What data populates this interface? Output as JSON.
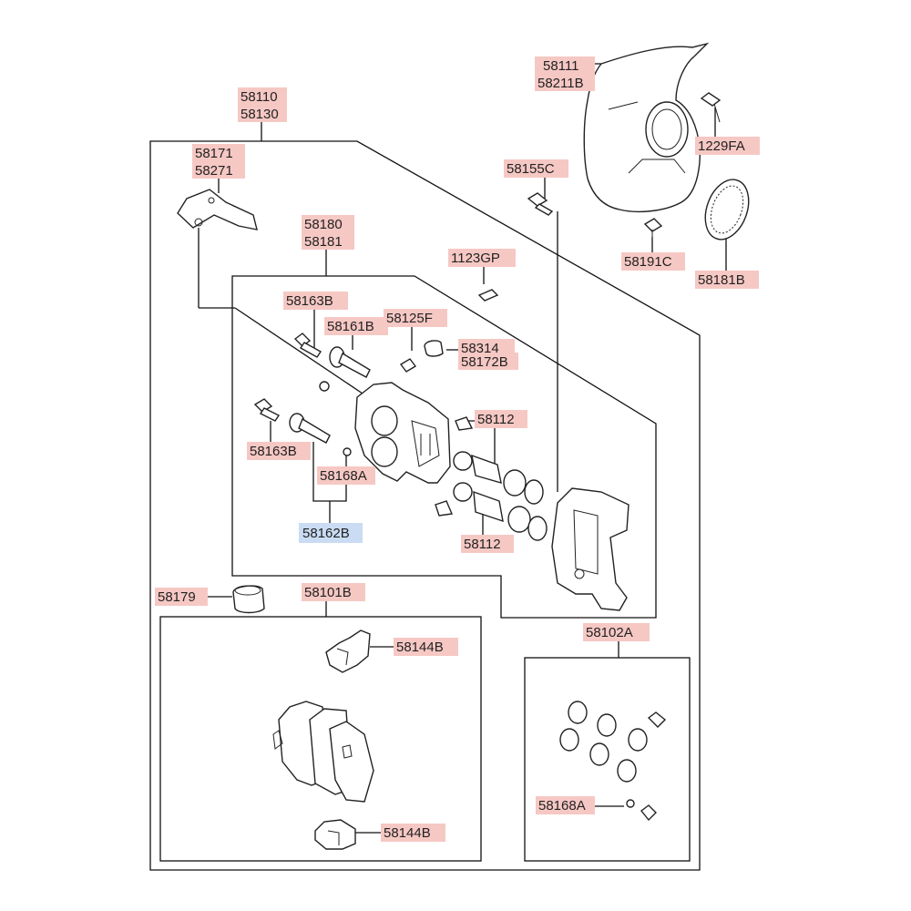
{
  "colors": {
    "label_bg": "#f6c8c4",
    "label_highlight_bg": "#c9dcf3",
    "line": "#111111",
    "text": "#222222"
  },
  "labels": {
    "l58110": "58110",
    "l58130": "58130",
    "l58171": "58171",
    "l58271": "58271",
    "l58180": "58180",
    "l58181": "58181",
    "l58111": "58111",
    "l58211B": "58211B",
    "l1229FA": "1229FA",
    "l58155C": "58155C",
    "l58191C": "58191C",
    "l58181B": "58181B",
    "l1123GP": "1123GP",
    "l58163B_top": "58163B",
    "l58161B": "58161B",
    "l58125F": "58125F",
    "l58314": "58314",
    "l58172B": "58172B",
    "l58112_top": "58112",
    "l58163B_bot": "58163B",
    "l58168A_mid": "58168A",
    "l58162B": "58162B",
    "l58112_bot": "58112",
    "l58179": "58179",
    "l58101B": "58101B",
    "l58144B_top": "58144B",
    "l58144B_bot": "58144B",
    "l58102A": "58102A",
    "l58168A_kit": "58168A"
  },
  "parts": {
    "dust_shield": "dust-shield",
    "tone_wheel": "tone-wheel-ring",
    "caliper_housing": "caliper-housing",
    "caliper_carrier": "caliper-carrier",
    "brake_pads": "brake-pad-set",
    "seal_kit": "seal-kit"
  }
}
